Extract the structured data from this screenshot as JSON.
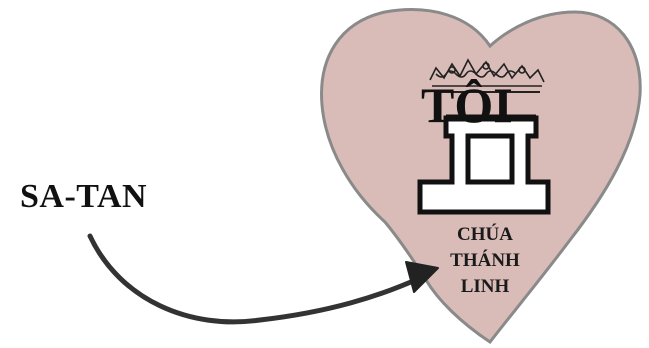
{
  "diagram": {
    "outside_label": "SA-TAN",
    "heart_label": "TÔI",
    "throne_label_lines": [
      "CHÚA",
      "THÁNH",
      "LINH"
    ],
    "icons": [
      "heart-icon",
      "throne-icon",
      "crown-icon",
      "curved-arrow-icon"
    ],
    "colors": {
      "heart_fill": "#d9bcb7",
      "heart_outline": "#8a8a8a",
      "ink": "#111111",
      "throne_fill": "#ffffff"
    }
  }
}
